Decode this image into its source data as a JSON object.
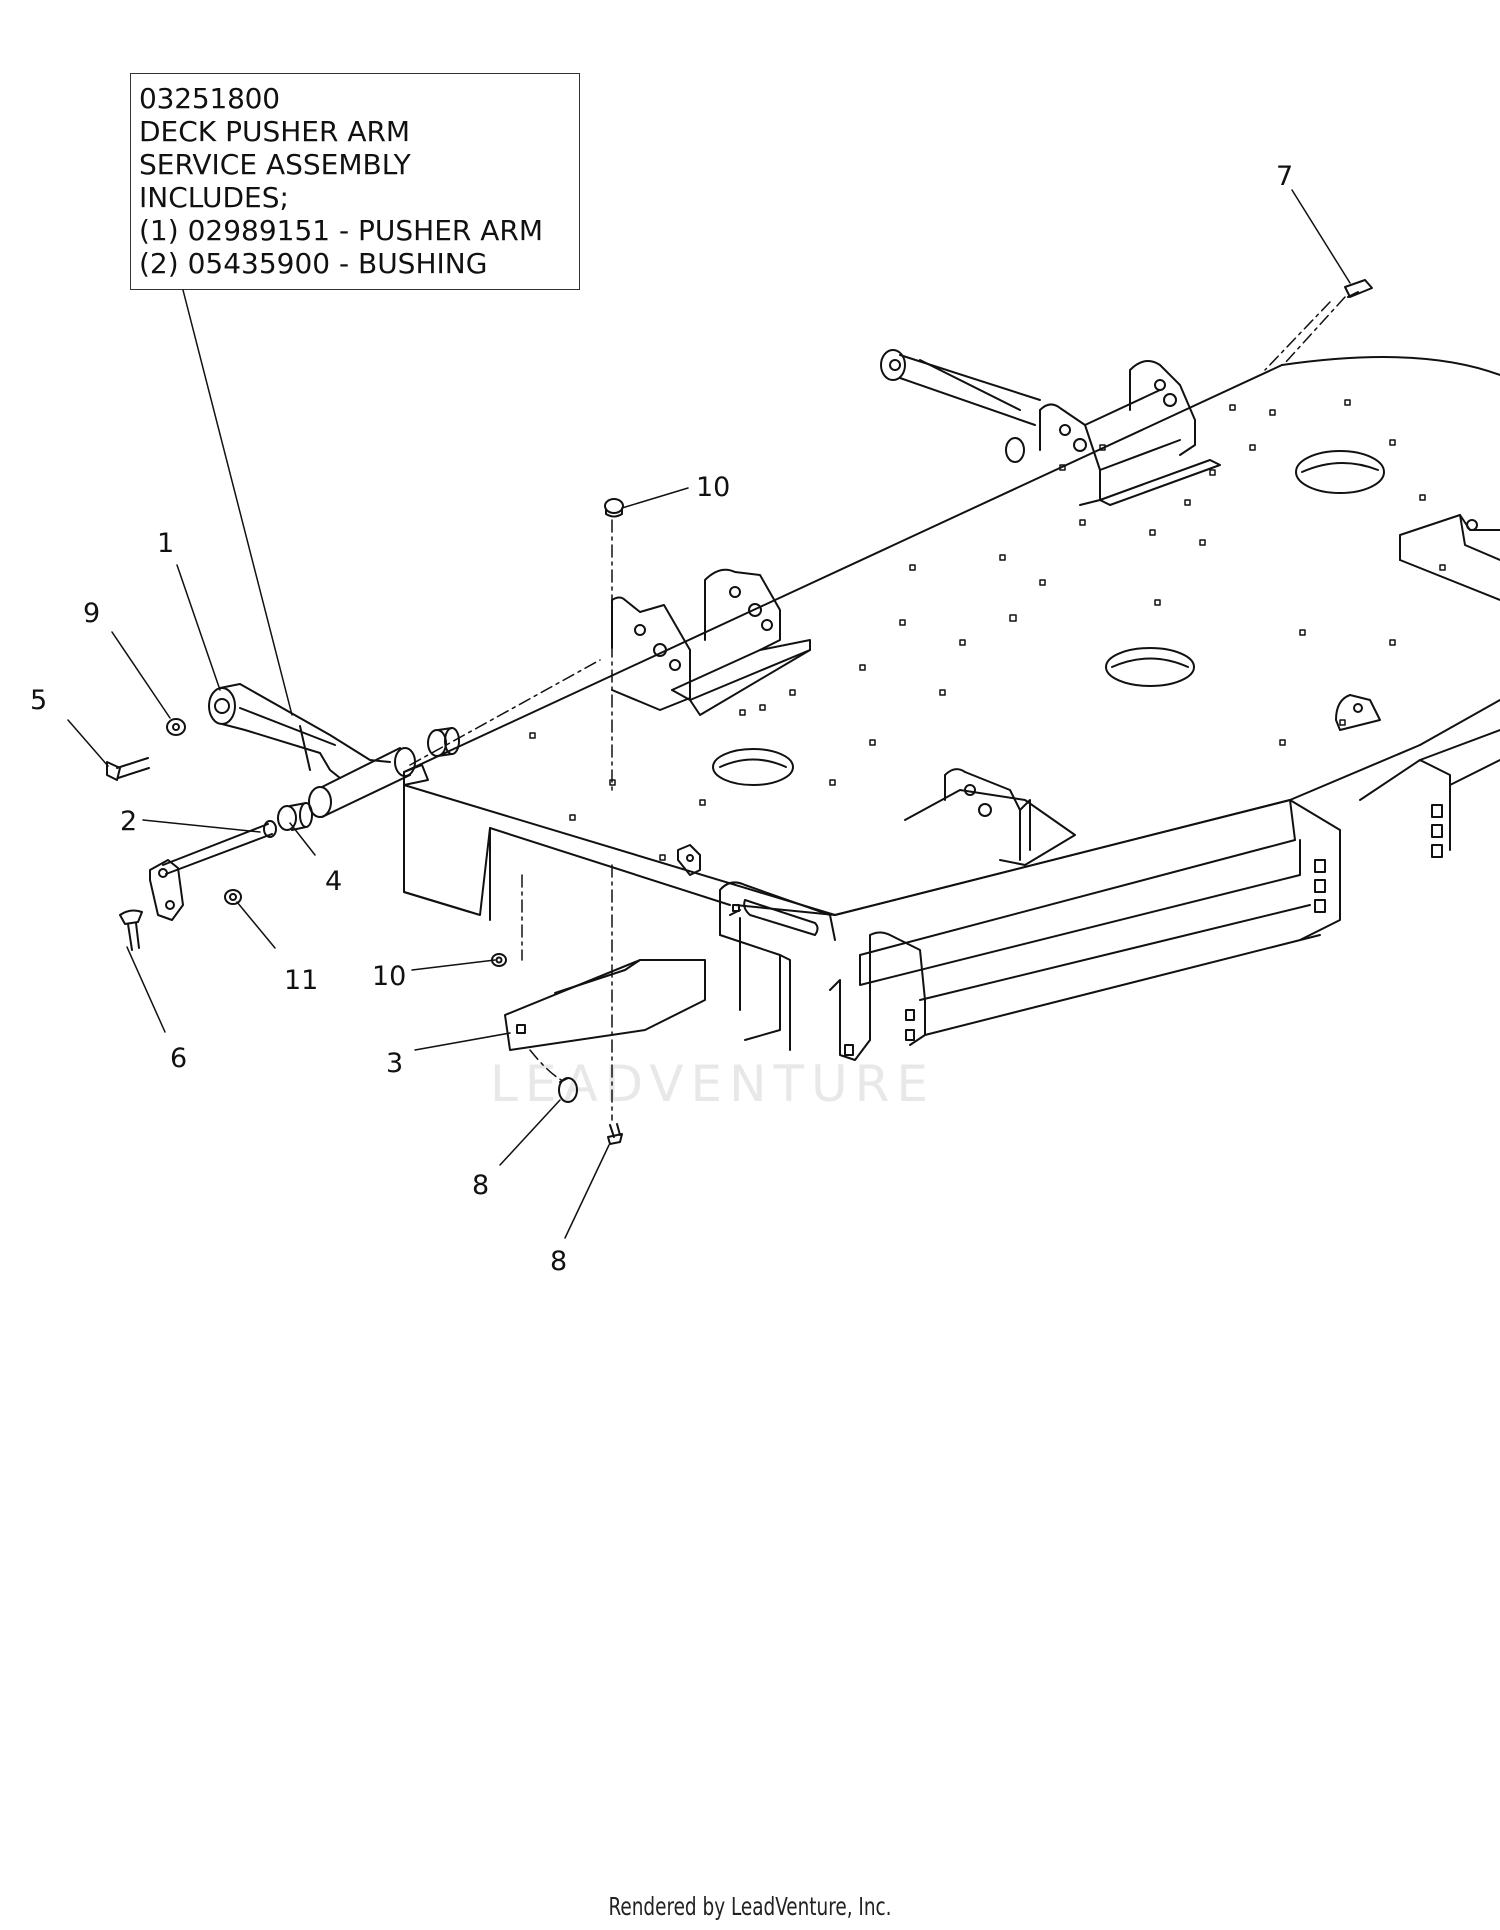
{
  "callout": {
    "part_number": "03251800",
    "lines": [
      "DECK PUSHER ARM",
      "SERVICE ASSEMBLY",
      "INCLUDES;",
      "(1) 02989151 - PUSHER ARM",
      "(2) 05435900 - BUSHING"
    ]
  },
  "labels": {
    "l1": "1",
    "l2": "2",
    "l3": "3",
    "l4": "4",
    "l5": "5",
    "l6": "6",
    "l7": "7",
    "l8a": "8",
    "l8b": "8",
    "l9": "9",
    "l10a": "10",
    "l10b": "10",
    "l11": "11"
  },
  "watermark": "LEADVENTURE",
  "footer": "Rendered by LeadVenture, Inc."
}
